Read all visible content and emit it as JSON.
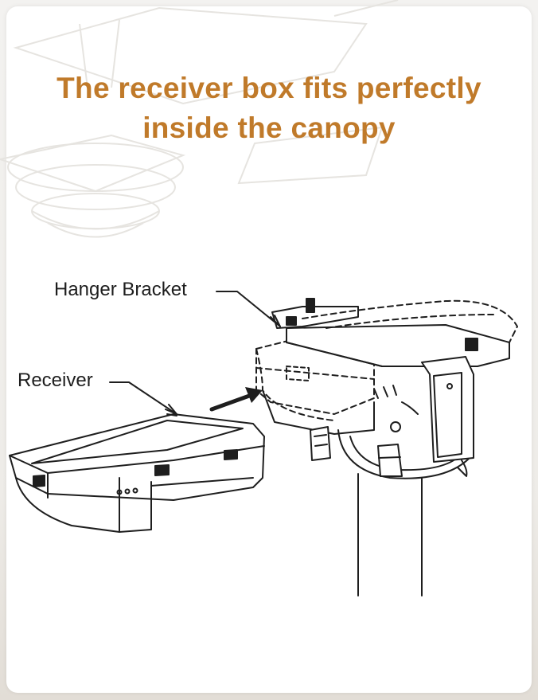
{
  "title": {
    "line1": "The receiver box fits perfectly",
    "line2": "inside the canopy"
  },
  "callouts": {
    "hanger_bracket": "Hanger Bracket",
    "receiver": "Receiver"
  },
  "colors": {
    "title": "#c07a2a",
    "line_art": "#1e1e1e",
    "card": "#ffffff",
    "background": "#eeece8"
  }
}
